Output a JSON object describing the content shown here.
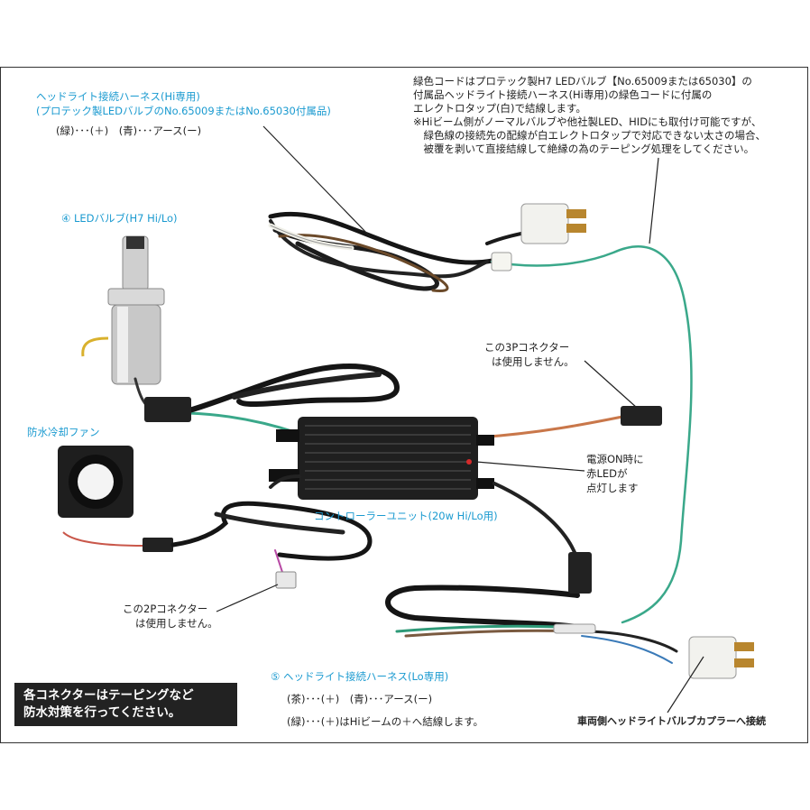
{
  "top_note": {
    "lines": [
      "緑色コードはプロテック製H7 LEDバルブ【No.65009または65030】の",
      "付属品ヘッドライト接続ハーネス(Hi専用)の緑色コードに付属の",
      "エレクトロタップ(白)で結線します。",
      "※Hiビーム側がノーマルバルブや他社製LED、HIDにも取付け可能ですが、",
      "　緑色線の接続先の配線が白エレクトロタップで対応できない太さの場合、",
      "　被覆を剥いて直接結線して絶縁の為のテーピング処理をしてください。"
    ]
  },
  "hi_harness": {
    "title_line1": "ヘッドライト接続ハーネス(Hi専用)",
    "title_line2": "(プロテック製LEDバルブのNo.65009またはNo.65030付属品)",
    "legend": "(緑)･･･(＋)　(青)･･･アース(ー)"
  },
  "led_bulb": {
    "label": "④ LEDバルブ(H7 Hi/Lo)"
  },
  "fan": {
    "label": "防水冷却ファン"
  },
  "connector_3p": {
    "line1": "この3Pコネクター",
    "line2": "は使用しません。"
  },
  "power_led": {
    "line1": "電源ON時に",
    "line2": "赤LEDが",
    "line3": "点灯します"
  },
  "controller": {
    "label": "コントローラーユニット(20w Hi/Lo用)"
  },
  "connector_2p": {
    "line1": "この2Pコネクター",
    "line2": "は使用しません。"
  },
  "lo_harness": {
    "title": "⑤ ヘッドライト接続ハーネス(Lo専用)",
    "legend1": "(茶)･･･(＋)　(青)･･･アース(ー)",
    "legend2": "(緑)･･･(＋)はHiビームの＋へ結線します。"
  },
  "waterproof_note": {
    "line1": "各コネクターはテーピングなど",
    "line2": "防水対策を行ってください。"
  },
  "vehicle_coupler": {
    "label": "車両側ヘッドライトバルブカプラーへ接続"
  }
}
